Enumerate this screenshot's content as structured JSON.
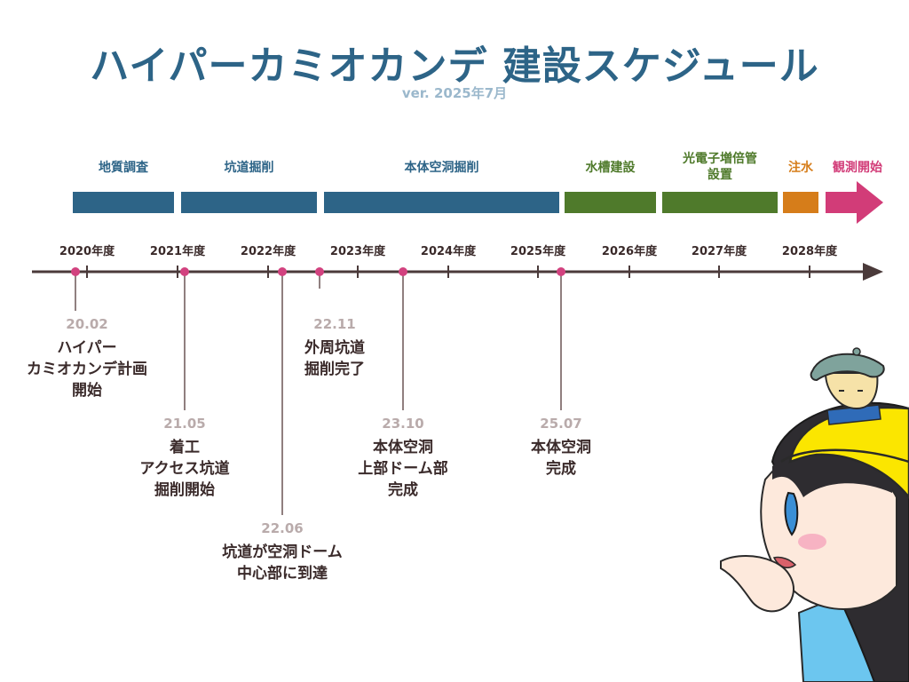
{
  "header": {
    "title": "ハイパーカミオカンデ 建設スケジュール",
    "version": "ver. 2025年7月"
  },
  "phases": [
    {
      "label": "地質調査",
      "color": "#2d6487"
    },
    {
      "label": "坑道掘削",
      "color": "#2d6487"
    },
    {
      "label": "本体空洞掘削",
      "color": "#2d6487"
    },
    {
      "label": "水槽建設",
      "color": "#4f7a2b"
    },
    {
      "label_lines": [
        "光電子増倍管",
        "設置"
      ],
      "color": "#4f7a2b"
    },
    {
      "label": "注水",
      "color": "#d67d1a"
    },
    {
      "label": "観測開始",
      "color": "#d23c78"
    }
  ],
  "years": [
    "2020年度",
    "2021年度",
    "2022年度",
    "2023年度",
    "2024年度",
    "2025年度",
    "2026年度",
    "2027年度",
    "2028年度"
  ],
  "milestones": [
    {
      "date": "20.02",
      "lines": [
        "ハイパー",
        "カミオカンデ計画",
        "開始"
      ]
    },
    {
      "date": "21.05",
      "lines": [
        "着工",
        "アクセス坑道",
        "掘削開始"
      ]
    },
    {
      "date": "22.06",
      "lines": [
        "坑道が空洞ドーム",
        "中心部に到達"
      ]
    },
    {
      "date": "22.11",
      "lines": [
        "外周坑道",
        "掘削完了"
      ]
    },
    {
      "date": "23.10",
      "lines": [
        "本体空洞",
        "上部ドーム部",
        "完成"
      ]
    },
    {
      "date": "25.07",
      "lines": [
        "本体空洞",
        "完成"
      ]
    }
  ],
  "colors": {
    "title": "#2d6487",
    "axis": "#4a3a3a",
    "marker": "#d2427f",
    "connector": "#6b5555"
  }
}
